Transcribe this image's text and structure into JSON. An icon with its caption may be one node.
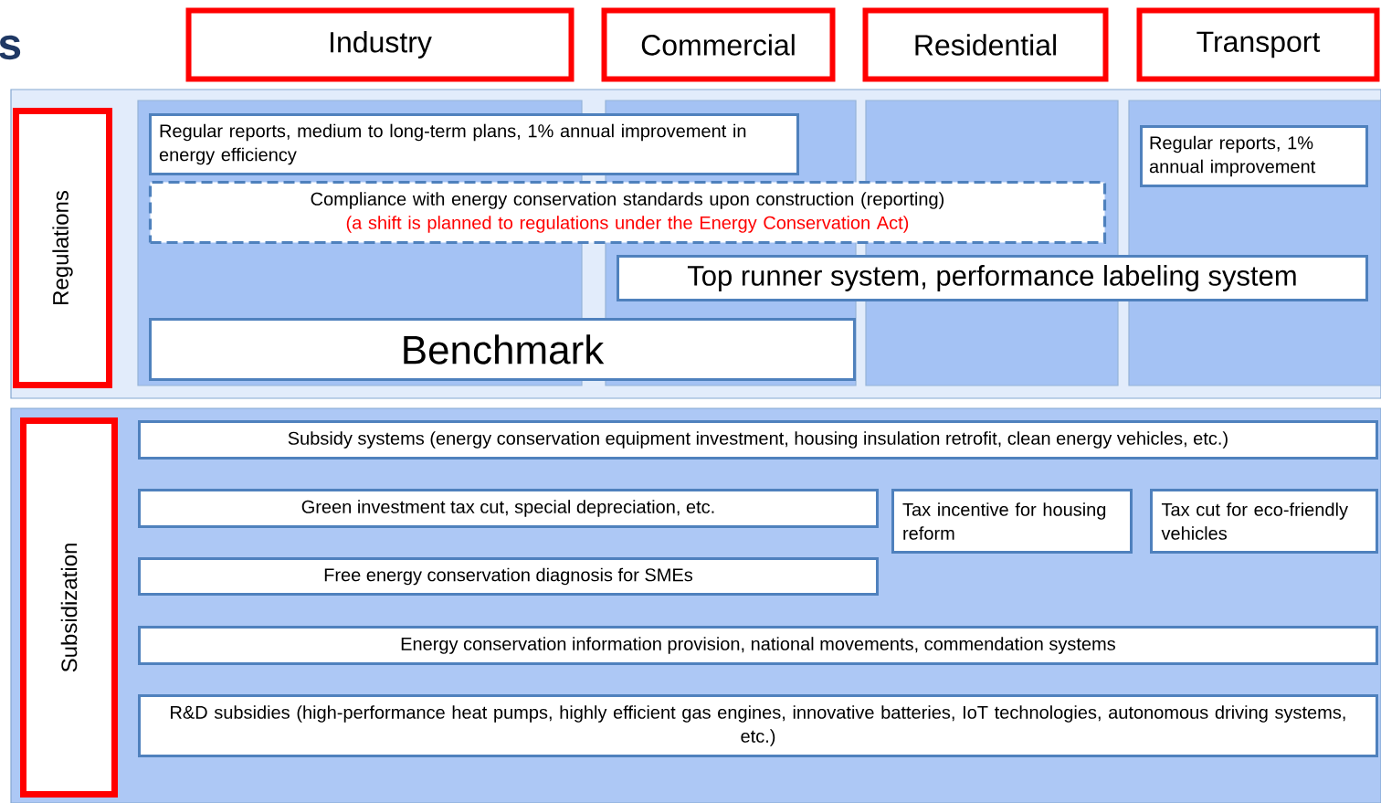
{
  "diagram": {
    "nodes": [
      {
        "text": [
          "Industry"
        ]
      },
      {
        "text": [
          "Commercial"
        ]
      },
      {
        "text": [
          "Residential"
        ]
      },
      {
        "text": [
          "Transport"
        ]
      },
      {
        "text": [
          "Regulations"
        ]
      },
      {
        "text": [
          "Regular reports, medium to long-term plans, 1% annual improvement in energy efficiency"
        ]
      },
      {
        "text": [
          "Compliance with energy conservation standards upon construction (reporting)",
          "(a shift is planned to regulations under the Energy Conservation Act)"
        ]
      },
      {
        "text": [
          "Regular reports, 1% annual improvement"
        ]
      },
      {
        "text": [
          "Top runner system, performance labeling system"
        ]
      },
      {
        "text": [
          "Benchmark"
        ]
      },
      {
        "text": [
          "Subsidization"
        ]
      },
      {
        "text": [
          "Subsidy systems (energy conservation equipment investment, housing insulation retrofit, clean energy vehicles, etc.)"
        ]
      },
      {
        "text": [
          "Green investment tax cut, special depreciation, etc."
        ]
      },
      {
        "text": [
          "Tax incentive for housing reform"
        ]
      },
      {
        "text": [
          "Tax cut for eco-friendly vehicles"
        ]
      },
      {
        "text": [
          "Free energy conservation diagnosis for SMEs"
        ]
      },
      {
        "text": [
          "Energy conservation information provision, national movements, commendation systems"
        ]
      },
      {
        "text": [
          "R&D subsidies (high-performance heat pumps, highly efficient gas engines, innovative batteries, IoT technologies, autonomous driving systems, etc.)"
        ]
      }
    ],
    "edges": [],
    "labels": [
      "s"
    ]
  }
}
